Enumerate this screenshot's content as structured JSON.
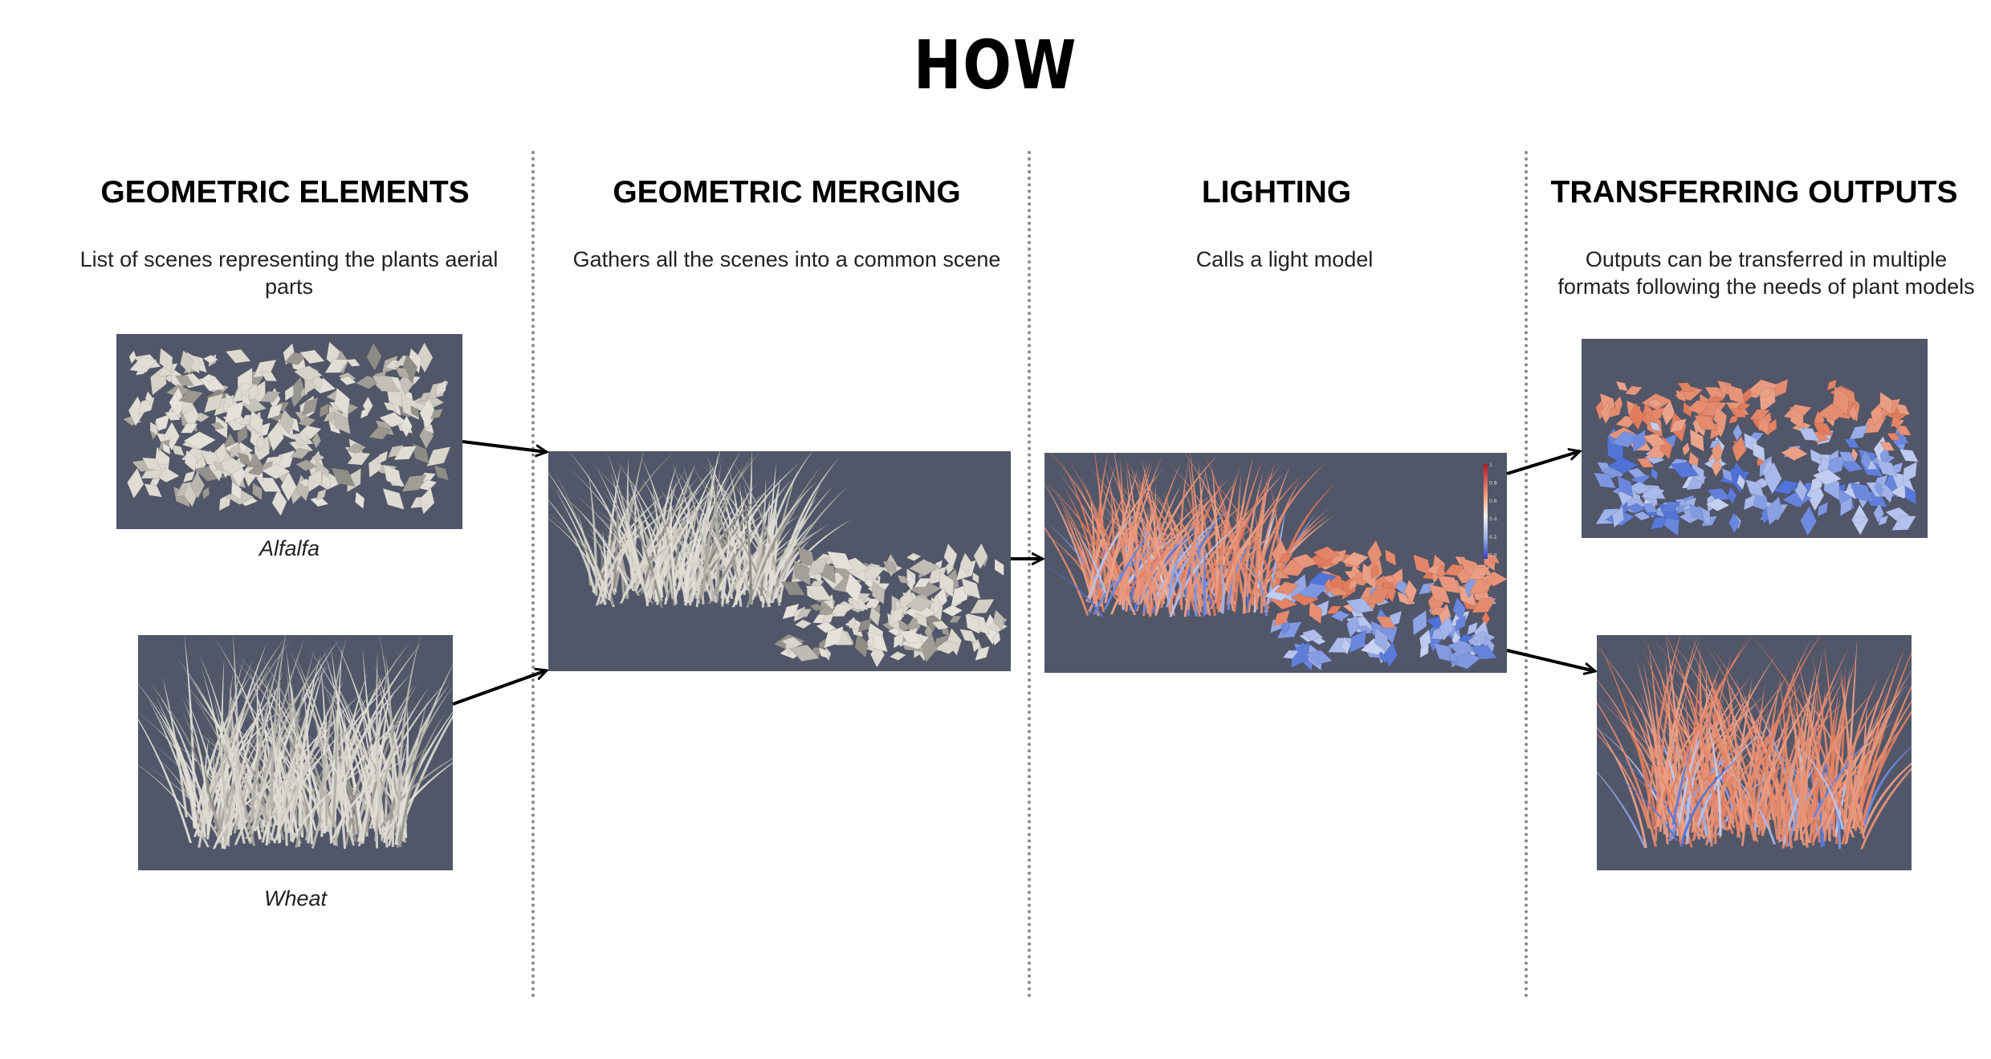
{
  "title": "HOW",
  "columns": [
    {
      "title": "GEOMETRIC ELEMENTS",
      "description": "List of scenes representing the plants aerial parts"
    },
    {
      "title": "GEOMETRIC MERGING",
      "description": "Gathers all the scenes into a common scene"
    },
    {
      "title": "LIGHTING",
      "description": "Calls a light model"
    },
    {
      "title": "TRANSFERRING OUTPUTS",
      "description": "Outputs can be transferred in multiple formats following the needs of plant models"
    }
  ],
  "captions": {
    "alfalfa": "Alfalfa",
    "wheat": "Wheat"
  },
  "colors": {
    "scene_background": "#525669",
    "leaf_light": "#d9d6cc",
    "leaf_dark": "#8c8a84",
    "low_light": "#4d6fd6",
    "high_light": "#e0795a",
    "arrow": "#000000",
    "divider": "#8a8a8a"
  },
  "colorbar": {
    "ticks": [
      "1",
      "0.8",
      "0.6",
      "0.4",
      "0.2",
      "0.0"
    ]
  }
}
